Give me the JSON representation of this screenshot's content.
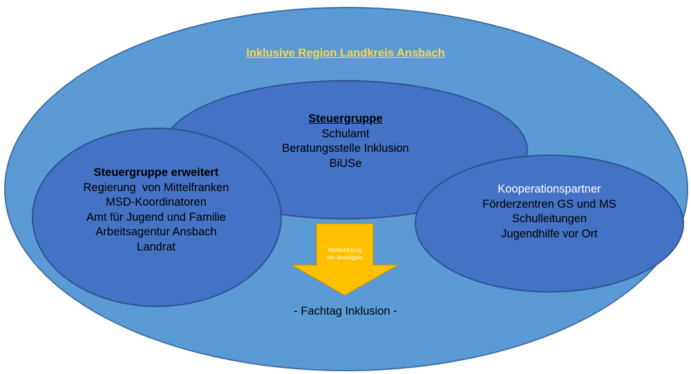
{
  "title": "Inklusive Region Landkreis Ansbach",
  "steuergruppe": {
    "heading": "Steuergruppe",
    "lines": [
      "Schulamt",
      "Beratungsstelle Inklusion",
      "BiUSe"
    ]
  },
  "steuergruppe_erweitert": {
    "heading": "Steuergruppe erweitert",
    "lines": [
      "Regierung  von Mittelfranken",
      "MSD-Koordinatoren",
      "Amt für Jugend und Familie",
      "Arbeitsagentur Ansbach",
      "Landrat"
    ]
  },
  "kooperationspartner": {
    "heading": "Kooperationspartner",
    "lines": [
      "Förderzentren GS und MS",
      "Schulleitungen",
      "Jugendhilfe vor Ort"
    ]
  },
  "arrow": {
    "label_line1": "Weiterbildung",
    "label_line2": "der Beteiligten"
  },
  "fachtag": "- Fachtag Inklusion -",
  "colors": {
    "outer_fill": "#5b9bd5",
    "inner_fill": "#4472c4",
    "arrow_fill": "#ffc000",
    "title_color": "#ffd54a"
  }
}
